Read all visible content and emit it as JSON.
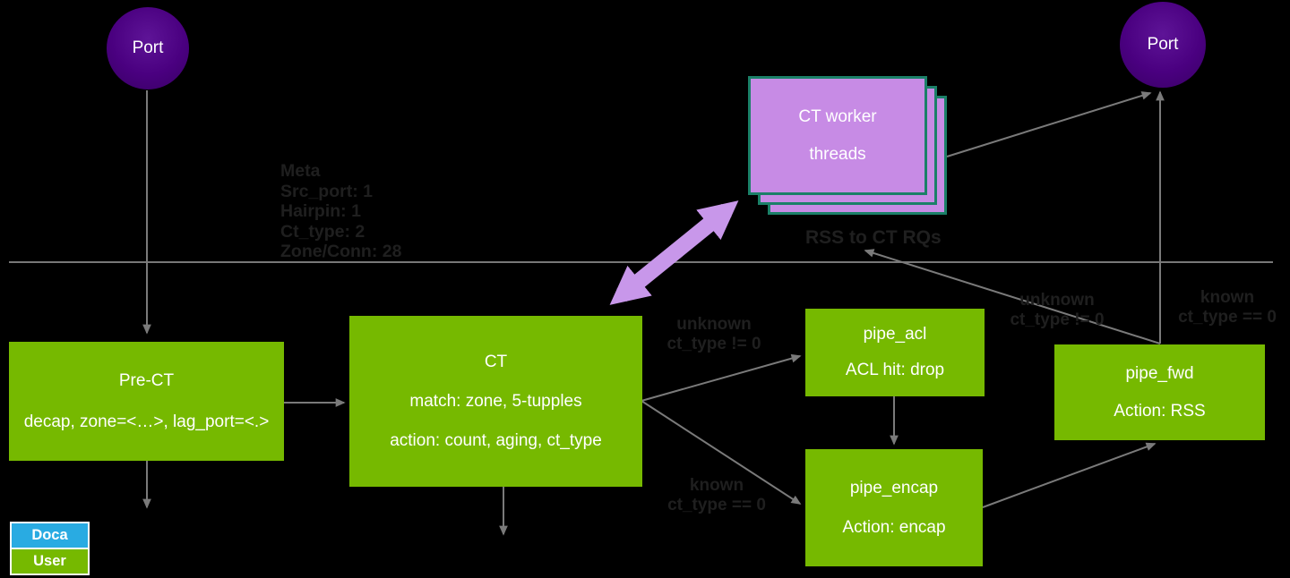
{
  "diagram": {
    "ports": {
      "left_label": "Port",
      "right_label": "Port"
    },
    "worker_threads": {
      "line1": "CT worker",
      "line2": "threads"
    },
    "meta_block": {
      "title": "Meta",
      "lines": [
        "Src_port: 1",
        "Hairpin: 1",
        "Ct_type: 2",
        "Zone/Conn: 28"
      ]
    },
    "rss_label": "RSS to CT RQs",
    "nodes": {
      "pre_ct": {
        "title": "Pre-CT",
        "line2": "decap, zone=<…>, lag_port=<.>"
      },
      "ct": {
        "title": "CT",
        "line2": "match: zone, 5-tupples",
        "line3": "action: count, aging, ct_type"
      },
      "pipe_acl": {
        "title": "pipe_acl",
        "line2": "ACL hit: drop"
      },
      "pipe_encap": {
        "title": "pipe_encap",
        "line2": "Action: encap"
      },
      "pipe_fwd": {
        "title": "pipe_fwd",
        "line2": "Action: RSS"
      }
    },
    "edge_labels": {
      "unknown_ct_acl": {
        "line1": "unknown",
        "line2": "ct_type != 0"
      },
      "known_ct_encap": {
        "line1": "known",
        "line2": "ct_type == 0"
      },
      "unknown_fwd_rss": {
        "line1": "unknown",
        "line2": "ct_type != 0"
      },
      "known_fwd_port": {
        "line1": "known",
        "line2": "ct_type == 0"
      }
    },
    "legend": {
      "items": [
        {
          "label": "Doca",
          "color": "#29ABE2"
        },
        {
          "label": "User",
          "color": "#76B900"
        }
      ]
    },
    "colors": {
      "node_green": "#76B900",
      "worker_fill": "#C78BE5",
      "worker_border": "#1B8068",
      "big_arrow_purple": "#C897EA",
      "port_purple": "#4A0080",
      "doca_blue": "#29ABE2",
      "connector_gray": "#7A7A7A",
      "label_dark": "#1F1F1F",
      "background": "#000000"
    }
  }
}
